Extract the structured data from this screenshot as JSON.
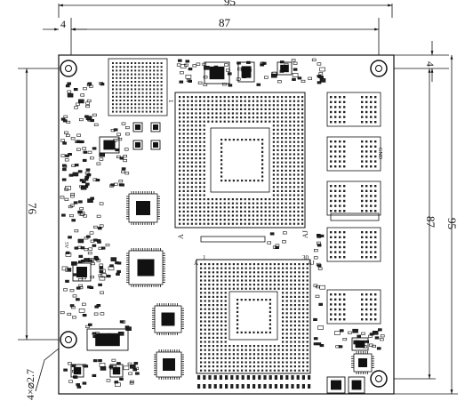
{
  "dimensions": {
    "top_overall": "95",
    "top_inner": "87",
    "top_left_offset": "4",
    "right_top_offset": "4",
    "left_vertical": "76",
    "right_inner": "87",
    "right_overall": "95",
    "hole_callout": "4×⌀2.7"
  },
  "silkscreen": {
    "u1_pin1_row": "1",
    "u1_pin_a": "A",
    "u1_pin_aj": "AJ",
    "u2_pin1": "1",
    "u2_pin30": "30",
    "u2_pin_a": "A",
    "u2_pin_aj": "AJ",
    "gnd": "GND",
    "bus_label": "5V"
  },
  "colors": {
    "board": "#ffffff",
    "line": "#111111",
    "pad": "#222222"
  }
}
